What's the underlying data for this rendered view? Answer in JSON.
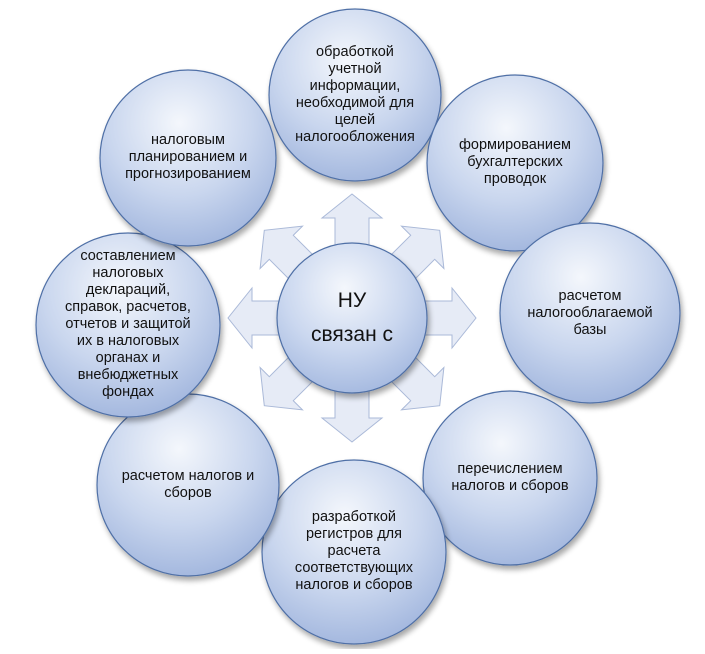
{
  "center": {
    "line1": "НУ",
    "line2": "связан с"
  },
  "nodes": [
    {
      "id": "top",
      "label": "обработкой учетной информации, необходимой для целей налогообложения"
    },
    {
      "id": "top-right",
      "label": "формированием бухгалтерских проводок"
    },
    {
      "id": "right",
      "label": "расчетом налогооблагаемой базы"
    },
    {
      "id": "bottom-right",
      "label": "перечислением налогов и сборов"
    },
    {
      "id": "bottom",
      "label": "разработкой регистров для расчета соответствующих налогов и сборов"
    },
    {
      "id": "bottom-left",
      "label": "расчетом налогов и сборов"
    },
    {
      "id": "left",
      "label": "составлением налоговых деклараций, справок, расчетов, отчетов и защитой их в налоговых органах и внебюджетных фондах"
    },
    {
      "id": "top-left",
      "label": "налоговым планированием и прогнозированием"
    }
  ],
  "colors": {
    "circle_light": "#f4f7fc",
    "circle_mid": "#c9d6ee",
    "circle_dark": "#9eb3dc",
    "circle_stroke": "#4f6fa6",
    "arrow_fill": "#e6ebf6",
    "arrow_stroke": "#aab9d8"
  }
}
